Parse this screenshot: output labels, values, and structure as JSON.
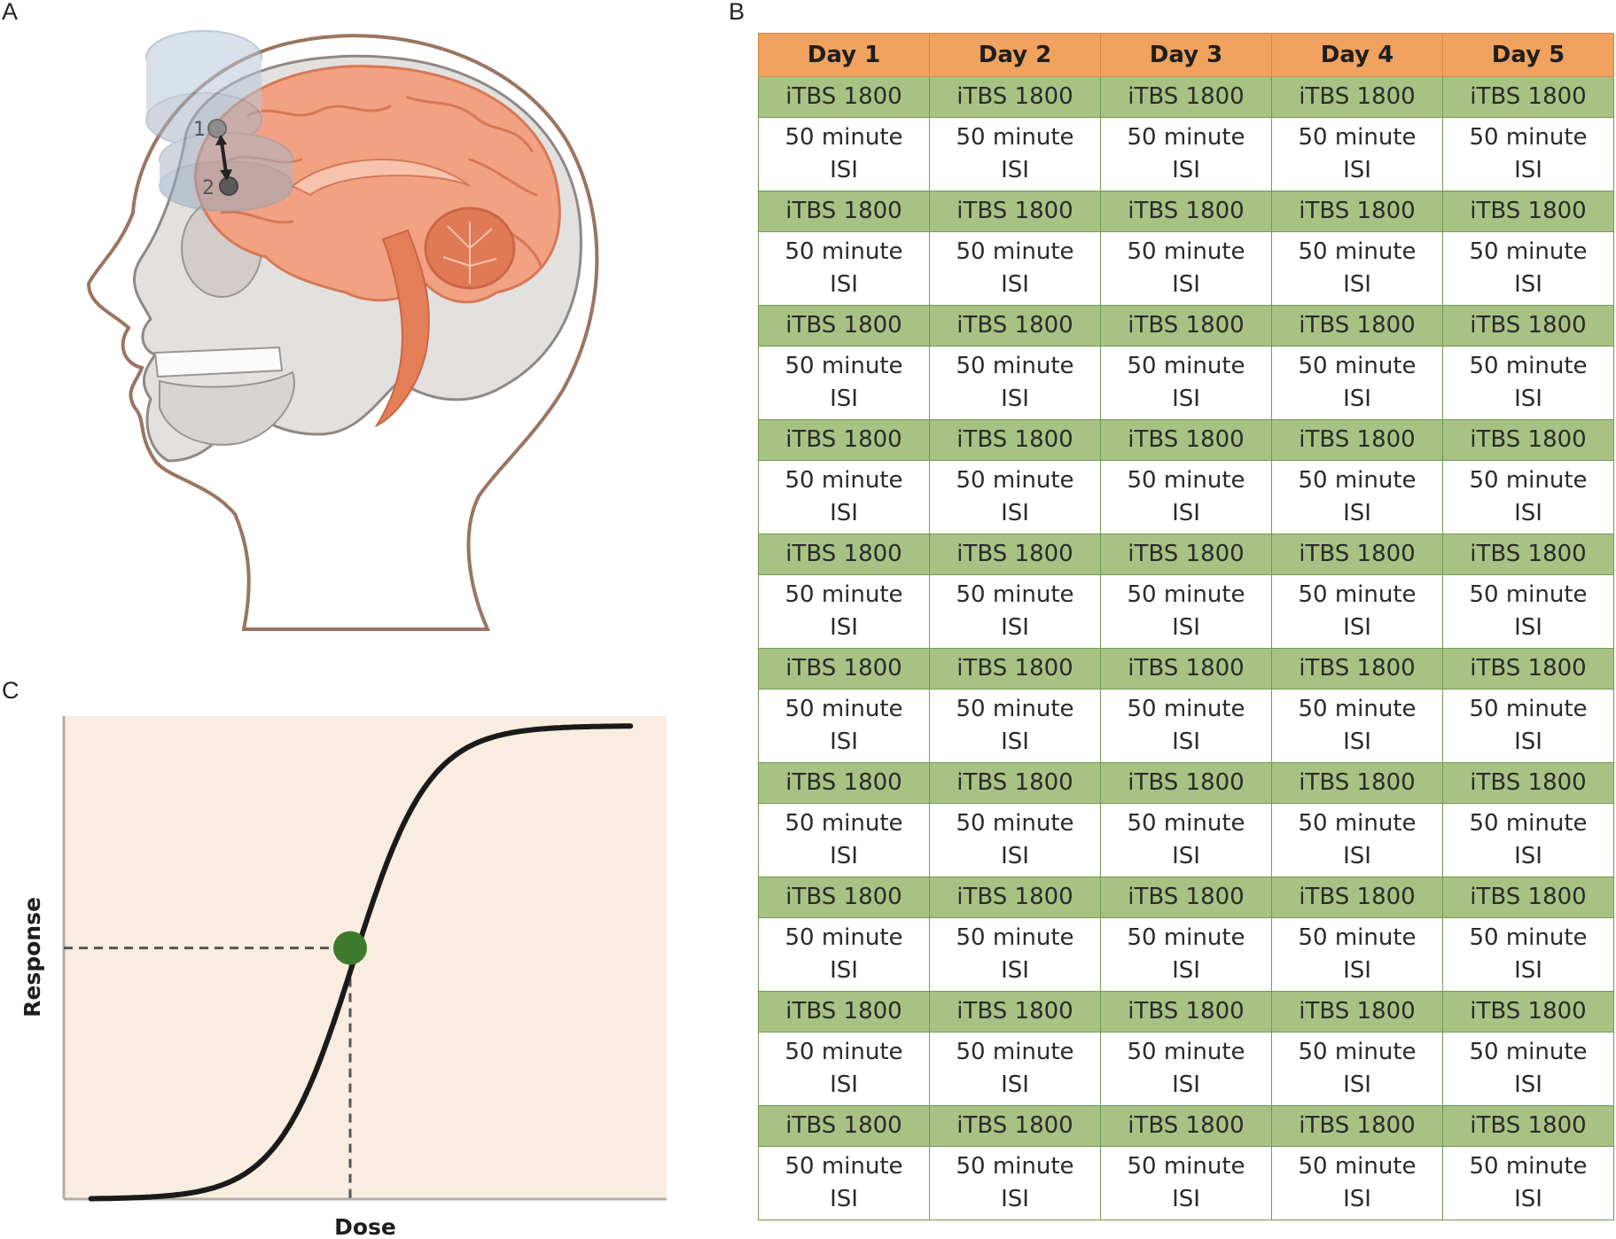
{
  "panels": {
    "a": "A",
    "b": "B",
    "c": "C"
  },
  "head": {
    "marker1": "1",
    "marker2": "2"
  },
  "schedule": {
    "days": [
      "Day 1",
      "Day 2",
      "Day 3",
      "Day 4",
      "Day 5"
    ],
    "session_label": "iTBS 1800",
    "gap_line1": "50 minute",
    "gap_line2": "ISI",
    "sessions_per_day": 10
  },
  "colors": {
    "header": "#f0a25e",
    "session_row": "#a8c284",
    "plot_background": "#f8ede0",
    "curve": "#1a1a1a",
    "marker": "#3d7a2c",
    "brain": "#f2a283"
  },
  "chart_data": {
    "type": "line",
    "title": "",
    "xlabel": "Dose",
    "ylabel": "Response",
    "grid": false,
    "xlim": [
      0,
      1
    ],
    "ylim": [
      0,
      1
    ],
    "series": [
      {
        "shape": "sigmoid",
        "midpoint_x": 0.48,
        "lower": 0.0,
        "upper": 0.98
      }
    ],
    "highlight": {
      "x": 0.475,
      "y": 0.52
    }
  }
}
